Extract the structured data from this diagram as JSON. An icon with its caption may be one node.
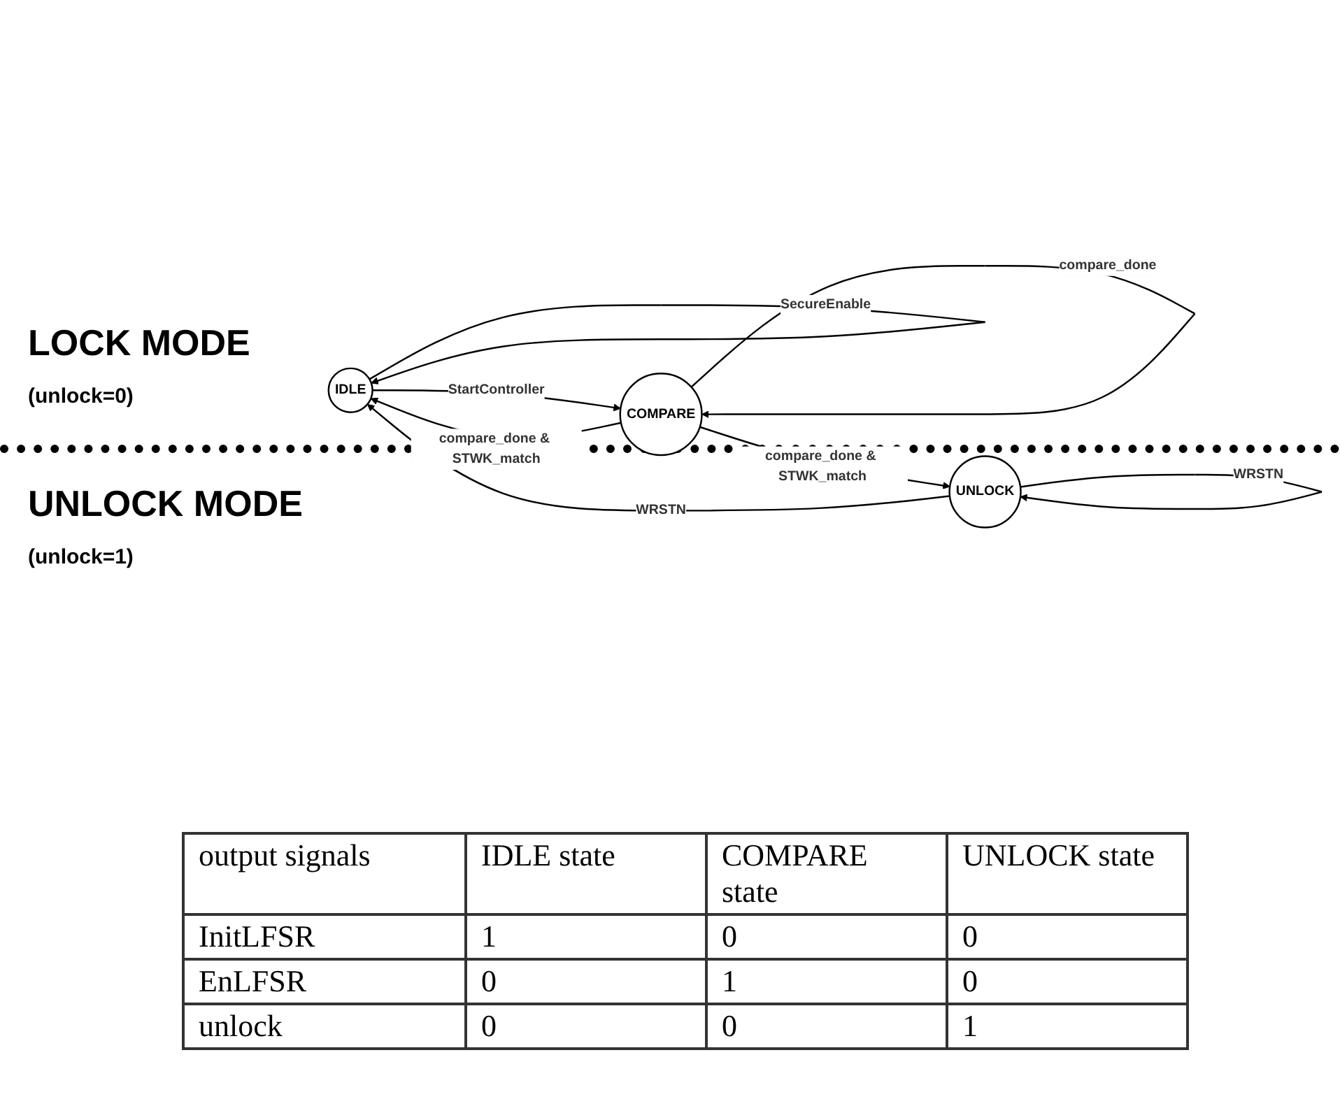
{
  "diagram": {
    "nodes": [
      {
        "text": [
          "IDLE"
        ]
      },
      {
        "text": [
          "COMPARE"
        ]
      },
      {
        "text": [
          "UNLOCK"
        ]
      }
    ],
    "edges": [
      {
        "from": 0,
        "to": 0,
        "arrow": "to",
        "label": "SecureEnable"
      },
      {
        "from": 0,
        "to": 1,
        "arrow": "to",
        "label": "StartController"
      },
      {
        "from": 1,
        "to": 1,
        "arrow": "to",
        "label": "compare_done"
      },
      {
        "from": 1,
        "to": 0,
        "arrow": "to",
        "label": "compare_done & STWK_match"
      },
      {
        "from": 1,
        "to": 2,
        "arrow": "to",
        "label": "compare_done & STWK_match"
      },
      {
        "from": 2,
        "to": 0,
        "arrow": "to",
        "label": "WRSTN"
      },
      {
        "from": 2,
        "to": 2,
        "arrow": "to",
        "label": "WRSTN"
      }
    ],
    "labels": [
      "LOCK MODE",
      "(unlock=0)",
      "UNLOCK MODE",
      "(unlock=1)",
      "output signals",
      "IDLE state",
      "COMPARE state",
      "UNLOCK state",
      "InitLFSR",
      "1",
      "0",
      "0",
      "EnLFSR",
      "0",
      "1",
      "0",
      "unlock",
      "0",
      "0",
      "1"
    ]
  }
}
